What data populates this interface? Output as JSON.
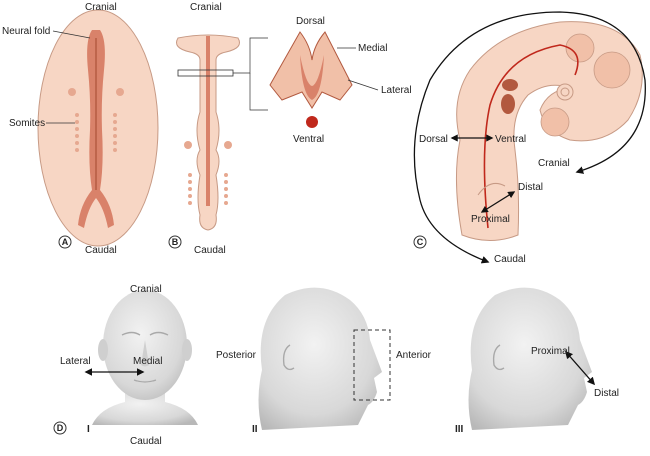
{
  "colors": {
    "disc_fill": "#f7d6c4",
    "disc_stroke": "#c79a85",
    "tube": "#d9826a",
    "tube_dark": "#b2593f",
    "red": "#c0281c",
    "head_fill": "#e4e4e4",
    "head_shade": "#c9c9c9"
  },
  "panel_a": {
    "top": "Cranial",
    "bottom": "Caudal",
    "neural_fold": "Neural fold",
    "somites": "Somites",
    "badge": "A"
  },
  "panel_b": {
    "top": "Cranial",
    "bottom": "Caudal",
    "dorsal": "Dorsal",
    "medial": "Medial",
    "lateral": "Lateral",
    "ventral": "Ventral",
    "badge": "B"
  },
  "panel_c": {
    "dorsal": "Dorsal",
    "ventral": "Ventral",
    "cranial": "Cranial",
    "distal": "Distal",
    "proximal": "Proximal",
    "caudal": "Caudal",
    "badge": "C"
  },
  "panel_d": {
    "badge": "D",
    "sub1": "I",
    "sub2": "II",
    "sub3": "III",
    "cranial": "Cranial",
    "caudal": "Caudal",
    "lateral": "Lateral",
    "medial": "Medial",
    "posterior": "Posterior",
    "anterior": "Anterior",
    "proximal": "Proximal",
    "distal": "Distal"
  }
}
